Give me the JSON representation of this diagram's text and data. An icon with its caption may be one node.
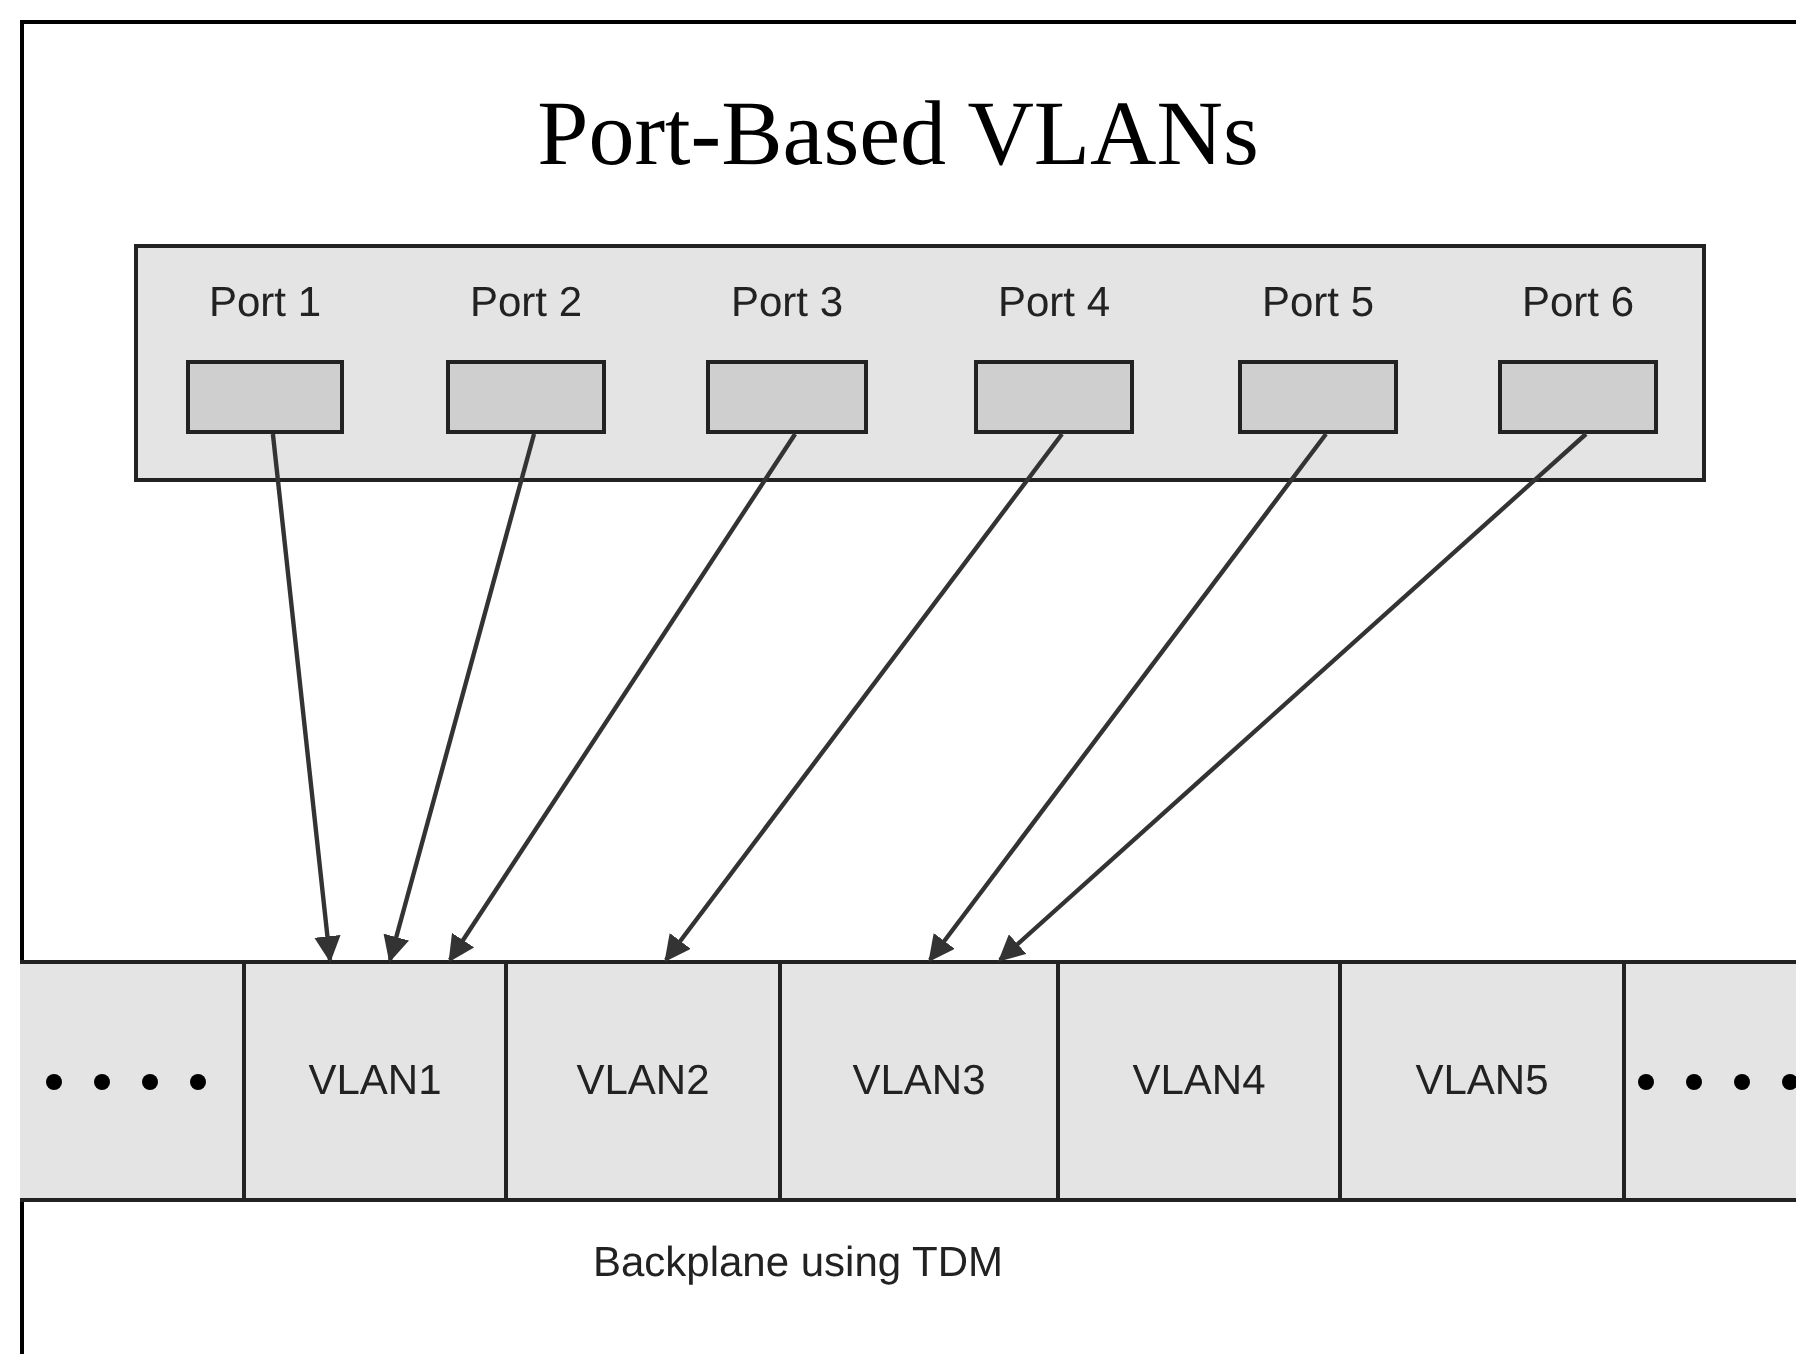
{
  "diagram": {
    "title": "Port-Based VLANs",
    "nodes": [
      {
        "text": [],
        "shape": "box"
      },
      {
        "text": [
          "Port 1"
        ],
        "in": 0
      },
      {
        "text": [
          "Port 2"
        ],
        "in": 0
      },
      {
        "text": [
          "Port 3"
        ],
        "in": 0
      },
      {
        "text": [
          "Port 4"
        ],
        "in": 0
      },
      {
        "text": [
          "Port 5"
        ],
        "in": 0
      },
      {
        "text": [
          "Port 6"
        ],
        "in": 0
      },
      {
        "text": [
          "Backplane using TDM"
        ]
      },
      {
        "text": [],
        "shape": "box",
        "in": 7
      },
      {
        "text": [
          "VLAN1"
        ],
        "in": 7
      },
      {
        "text": [
          "VLAN2"
        ],
        "in": 7
      },
      {
        "text": [
          "VLAN3"
        ],
        "in": 7
      },
      {
        "text": [
          "VLAN4"
        ],
        "in": 7
      },
      {
        "text": [
          "VLAN5"
        ],
        "in": 7
      },
      {
        "text": [],
        "shape": "box",
        "in": 7
      }
    ],
    "edges": [
      {
        "from": 1,
        "to": 9,
        "arrow": "to"
      },
      {
        "from": 2,
        "to": 9,
        "arrow": "to"
      },
      {
        "from": 3,
        "to": 9,
        "arrow": "to"
      },
      {
        "from": 4,
        "to": 10,
        "arrow": "to"
      },
      {
        "from": 5,
        "to": 11,
        "arrow": "to"
      },
      {
        "from": 6,
        "to": 11,
        "arrow": "to"
      }
    ]
  }
}
